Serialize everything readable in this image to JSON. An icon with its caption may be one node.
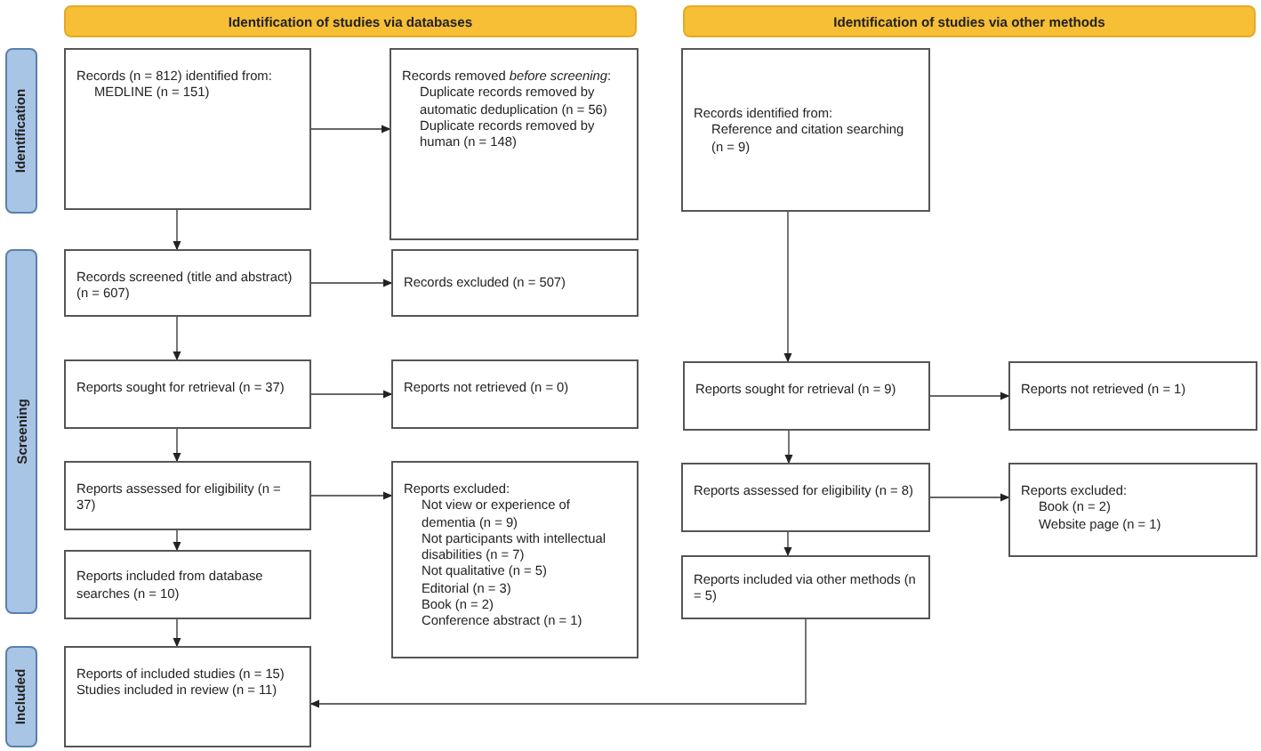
{
  "diagram": {
    "nodes": [
      {
        "text": [
          "Identification of studies via databases"
        ]
      },
      {
        "text": [
          "Identification of studies via other methods"
        ]
      },
      {
        "text": [
          "Identification"
        ]
      },
      {
        "text": [
          "Records (n = 812) identified from:",
          "MEDLINE (n = 151)"
        ]
      },
      {
        "text": [
          "Records removed *before screening*:",
          "Duplicate records removed by automatic deduplication (n = 56)",
          "Duplicate records removed by human (n = 148)"
        ]
      },
      {
        "text": [
          "Records identified from:",
          "Reference and citation searching (n = 9)"
        ]
      },
      {
        "text": [
          "Screening"
        ]
      },
      {
        "text": [
          "Records screened (title and abstract) (n = 607)"
        ]
      },
      {
        "text": [
          "Records excluded (n = 507)"
        ]
      },
      {
        "text": [
          "Reports sought for retrieval (n = 37)"
        ]
      },
      {
        "text": [
          "Reports not retrieved (n = 0)"
        ]
      },
      {
        "text": [
          "Reports sought for retrieval (n = 9)"
        ]
      },
      {
        "text": [
          "Reports not retrieved (n = 1)"
        ]
      },
      {
        "text": [
          "Reports assessed for eligibility (n = 37)"
        ]
      },
      {
        "text": [
          "Reports excluded:",
          "Not view or experience of dementia (n = 9)",
          "Not participants with intellectual disabilities (n = 7)",
          "Not qualitative (n = 5)",
          "Editorial (n = 3)",
          "Book (n = 2)",
          "Conference abstract (n = 1)"
        ]
      },
      {
        "text": [
          "Reports assessed for eligibility (n = 8)"
        ]
      },
      {
        "text": [
          "Reports excluded:",
          "Book (n = 2)",
          "Website page (n = 1)"
        ]
      },
      {
        "text": [
          "Reports included from database searches (n = 10)"
        ]
      },
      {
        "text": [
          "Reports included via other methods (n = 5)"
        ]
      },
      {
        "text": [
          "Included"
        ]
      },
      {
        "text": [
          "Reports of included studies (n = 15)",
          "Studies included in review (n = 11)"
        ]
      }
    ],
    "edges": [
      {
        "from": 3,
        "to": 4,
        "arrow": "to"
      },
      {
        "from": 3,
        "to": 7,
        "arrow": "to"
      },
      {
        "from": 7,
        "to": 8,
        "arrow": "to"
      },
      {
        "from": 7,
        "to": 9,
        "arrow": "to"
      },
      {
        "from": 9,
        "to": 10,
        "arrow": "to"
      },
      {
        "from": 9,
        "to": 13,
        "arrow": "to"
      },
      {
        "from": 13,
        "to": 14,
        "arrow": "to"
      },
      {
        "from": 13,
        "to": 17,
        "arrow": "to"
      },
      {
        "from": 17,
        "to": 20,
        "arrow": "to"
      },
      {
        "from": 5,
        "to": 11,
        "arrow": "to"
      },
      {
        "from": 11,
        "to": 12,
        "arrow": "to"
      },
      {
        "from": 11,
        "to": 15,
        "arrow": "to"
      },
      {
        "from": 15,
        "to": 16,
        "arrow": "to"
      },
      {
        "from": 15,
        "to": 18,
        "arrow": "to"
      },
      {
        "from": 18,
        "to": 20,
        "arrow": "to"
      }
    ]
  }
}
